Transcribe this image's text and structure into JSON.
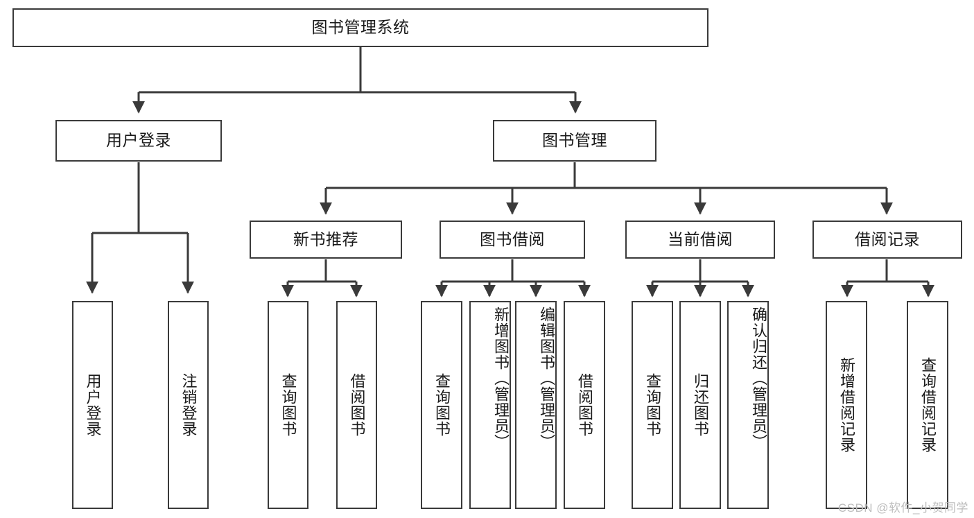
{
  "diagram": {
    "title": "图书管理系统",
    "type": "tree",
    "watermark": "CSDN @软件_小贺同学",
    "levels": {
      "root": "图书管理系统",
      "level2": [
        "用户登录",
        "图书管理"
      ],
      "level3": [
        "新书推荐",
        "图书借阅",
        "当前借阅",
        "借阅记录"
      ]
    },
    "nodes": {
      "root": {
        "label": "图书管理系统"
      },
      "user_login": {
        "label": "用户登录"
      },
      "book_manage": {
        "label": "图书管理"
      },
      "new_book_rec": {
        "label": "新书推荐"
      },
      "book_borrow": {
        "label": "图书借阅"
      },
      "current_borrow": {
        "label": "当前借阅"
      },
      "borrow_record": {
        "label": "借阅记录"
      },
      "leaf_user_login": {
        "label": "用户登录"
      },
      "leaf_logout": {
        "label": "注销登录"
      },
      "leaf_query_book_a": {
        "label": "查询图书"
      },
      "leaf_borrow_book_a": {
        "label": "借阅图书"
      },
      "leaf_query_book_b": {
        "label": "查询图书"
      },
      "leaf_add_book": {
        "label": "新增图书（管理员）"
      },
      "leaf_edit_book": {
        "label": "编辑图书（管理员）"
      },
      "leaf_borrow_book_b": {
        "label": "借阅图书"
      },
      "leaf_query_book_c": {
        "label": "查询图书"
      },
      "leaf_return_book": {
        "label": "归还图书"
      },
      "leaf_confirm_return": {
        "label": "确认归还（管理员）"
      },
      "leaf_add_record": {
        "label": "新增借阅记录"
      },
      "leaf_query_record": {
        "label": "查询借阅记录"
      }
    },
    "colors": {
      "stroke": "#3a3a3a",
      "fill": "#ffffff",
      "text": "#1a1a1a",
      "watermark": "#bdbdbd"
    }
  }
}
